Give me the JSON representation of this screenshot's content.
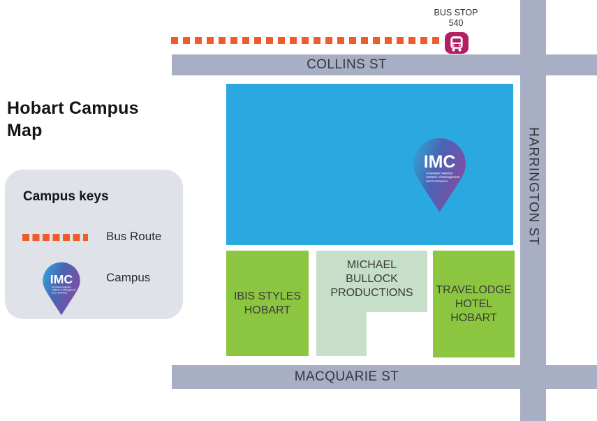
{
  "page": {
    "title": "Hobart Campus Map"
  },
  "legend": {
    "title": "Campus keys",
    "items": [
      {
        "label": "Bus Route",
        "swatch": "orange-dashed-line"
      },
      {
        "label": "Campus",
        "swatch": "imc-pin"
      }
    ]
  },
  "bus_stop": {
    "name": "BUS STOP",
    "number": "540"
  },
  "streets": {
    "collins": "COLLINS ST",
    "harrington": "HARRINGTON ST",
    "macquarie": "MACQUARIE ST"
  },
  "buildings": {
    "ibis": "IBIS STYLES\nHOBART",
    "michael_bullock": "MICHAEL\nBULLOCK\nPRODUCTIONS",
    "travelodge": "TRAVELODGE\nHOTEL\nHOBART"
  },
  "campus_pin": {
    "logo": "IMC",
    "sub1": "Australian National",
    "sub2": "Institute of Management",
    "sub3": "and Commerce"
  },
  "colors": {
    "road": "#a8afc5",
    "campus_block_blue": "#29a9e0",
    "building_green": "#8cc540",
    "building_light_green": "#c7dec8",
    "bus_route_orange": "#f15b2b",
    "bus_stop_magenta": "#b22064",
    "legend_background": "#dfe2e9",
    "pin_gradient_start": "#31a9d9",
    "pin_gradient_end": "#7f4fa4"
  }
}
